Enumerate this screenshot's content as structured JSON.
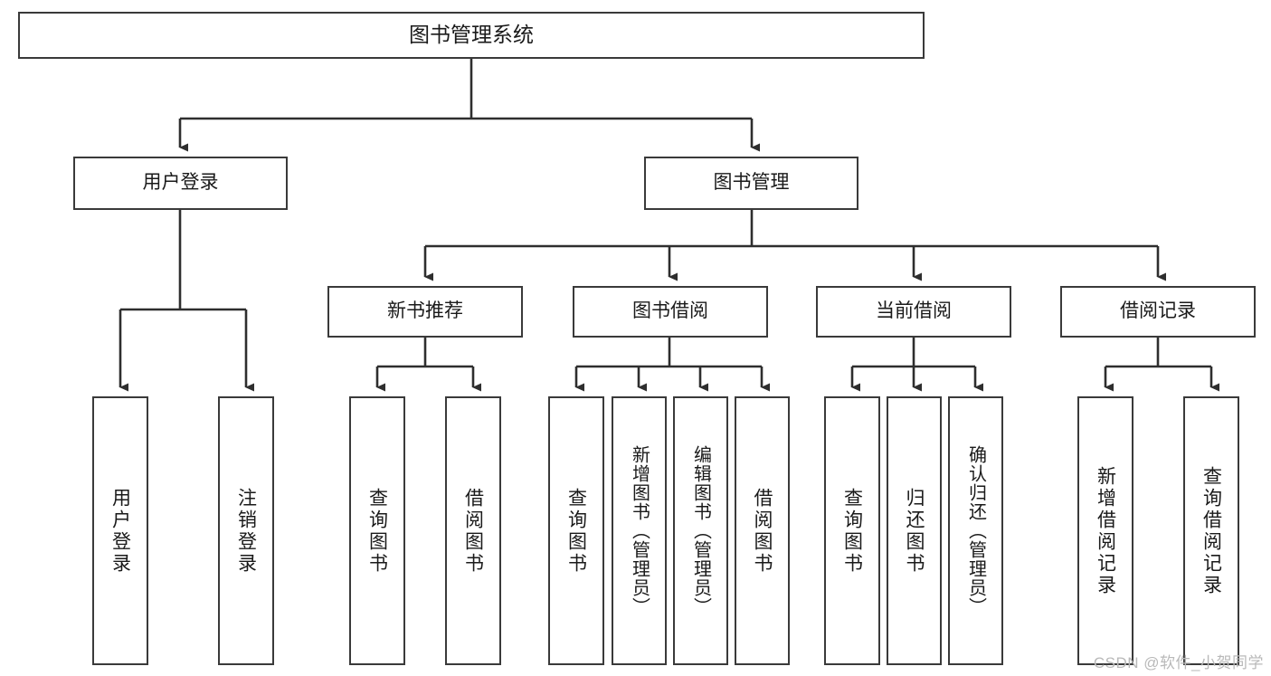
{
  "diagram": {
    "title": "图书管理系统",
    "type": "hierarchy-tree",
    "root": {
      "label": "图书管理系统"
    },
    "level2": [
      {
        "label": "用户登录"
      },
      {
        "label": "图书管理"
      }
    ],
    "level3": [
      {
        "label": "新书推荐"
      },
      {
        "label": "图书借阅"
      },
      {
        "label": "当前借阅"
      },
      {
        "label": "借阅记录"
      }
    ],
    "leaves": {
      "login": [
        {
          "label": "用户登录"
        },
        {
          "label": "注销登录"
        }
      ],
      "new_book": [
        {
          "label": "查询图书"
        },
        {
          "label": "借阅图书"
        }
      ],
      "borrow": [
        {
          "label": "查询图书"
        },
        {
          "label": "新增图书（管理员）"
        },
        {
          "label": "编辑图书（管理员）"
        },
        {
          "label": "借阅图书"
        }
      ],
      "current": [
        {
          "label": "查询图书"
        },
        {
          "label": "归还图书"
        },
        {
          "label": "确认归还（管理员）"
        }
      ],
      "record": [
        {
          "label": "新增借阅记录"
        },
        {
          "label": "查询借阅记录"
        }
      ]
    }
  },
  "watermark": {
    "text": "CSDN @软件_小贺同学"
  },
  "colors": {
    "stroke": "#3a3a3a",
    "text": "#1a1a1a",
    "background": "#ffffff",
    "watermark": "#b9b9b9"
  }
}
